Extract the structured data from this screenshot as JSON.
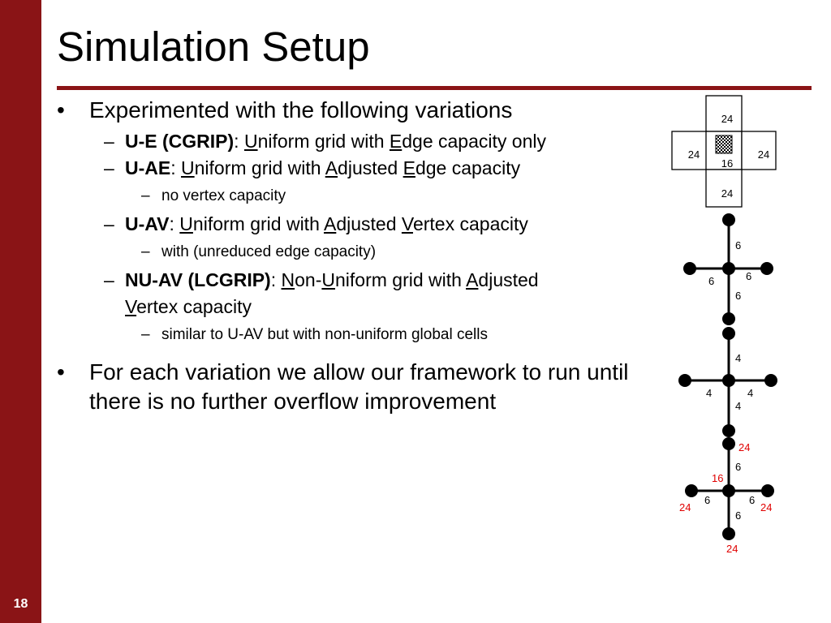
{
  "slide": {
    "title": "Simulation Setup",
    "number": "18",
    "bullet_marker": "•",
    "sub_marker": "–"
  },
  "bullets": {
    "b1": "Experimented with the following variations",
    "ue": {
      "bold": "U-E (CGRIP)",
      "sep": ": ",
      "u1": "U",
      "t1": "niform grid with ",
      "u2": "E",
      "t2": "dge capacity only"
    },
    "uae": {
      "bold": "U-AE",
      "sep": ": ",
      "u1": "U",
      "t1": "niform grid with ",
      "u2": "A",
      "t2": "djusted ",
      "u3": "E",
      "t3": "dge capacity"
    },
    "uae_note": "no vertex capacity",
    "uav": {
      "bold": "U-AV",
      "sep": ": ",
      "u1": "U",
      "t1": "niform grid with ",
      "u2": "A",
      "t2": "djusted ",
      "u3": "V",
      "t3": "ertex capacity"
    },
    "uav_note": "with (unreduced edge capacity)",
    "nuav": {
      "bold": "NU-AV (LCGRIP)",
      "sep": ": ",
      "u1": "N",
      "t1": "on-",
      "u2": "U",
      "t2": "niform grid with ",
      "u3": "A",
      "t3": "djusted",
      "u4": "V",
      "t4": "ertex capacity"
    },
    "nuav_note": "similar to U-AV but with non-uniform global cells",
    "b2": "For each variation we allow our framework to run until there is no further overflow improvement"
  },
  "diagram": {
    "colors": {
      "accent": "#8a1416",
      "red_label": "#e00000"
    },
    "cross": {
      "top": "24",
      "left": "24",
      "right": "24",
      "center": "16",
      "bottom": "24"
    },
    "graph1": {
      "top": "6",
      "left": "6",
      "right": "6",
      "bottom": "6"
    },
    "graph2": {
      "top": "4",
      "left": "4",
      "right": "4",
      "bottom": "4"
    },
    "graph3": {
      "top_red": "24",
      "top": "6",
      "center_red": "16",
      "left": "6",
      "right": "6",
      "bottom": "6",
      "left_red": "24",
      "right_red": "24",
      "bottom_red": "24"
    }
  }
}
